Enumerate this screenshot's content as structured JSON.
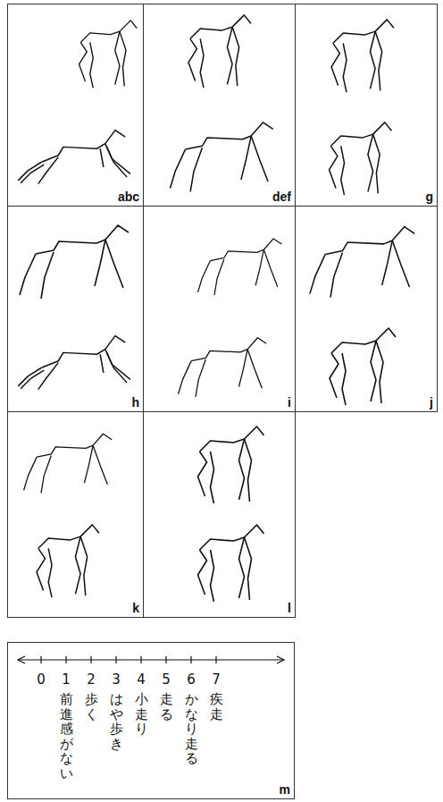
{
  "diagram": {
    "nodes": [
      {
        "text": [
          "abc"
        ]
      },
      {
        "text": [
          "def"
        ]
      },
      {
        "text": [
          "g"
        ]
      },
      {
        "text": [
          "h"
        ]
      },
      {
        "text": [
          "i"
        ]
      },
      {
        "text": [
          "j"
        ]
      },
      {
        "text": [
          "k"
        ]
      },
      {
        "text": [
          "l"
        ]
      },
      {
        "text": [
          "m"
        ]
      }
    ],
    "labels": [
      "0",
      "1",
      "2",
      "3",
      "4",
      "5",
      "6",
      "7",
      "前進感がない",
      "歩く",
      "はや歩き",
      "小走り",
      "走る",
      "かなり走る",
      "疾走"
    ]
  }
}
